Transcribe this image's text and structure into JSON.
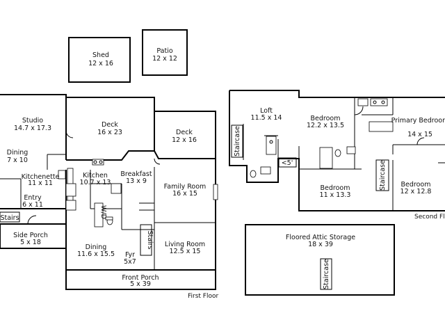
{
  "rooms": {
    "shed": {
      "name": "Shed",
      "size": "12 x 16"
    },
    "patio": {
      "name": "Patio",
      "size": "12 x 12"
    },
    "studio": {
      "name": "Studio",
      "size": "14.7 x 17.3"
    },
    "deck1": {
      "name": "Deck",
      "size": "16 x 23"
    },
    "deck2": {
      "name": "Deck",
      "size": "12 x 16"
    },
    "dining_small": {
      "name": "Dining",
      "size": "7 x 10"
    },
    "kitchenette": {
      "name": "Kitchenette",
      "size": "11 x 11"
    },
    "kitchen": {
      "name": "Kitchen",
      "size": "10.7 x 13"
    },
    "breakfast": {
      "name": "Breakfast",
      "size": "13 x 9"
    },
    "family_room": {
      "name": "Family Room",
      "size": "16 x 15"
    },
    "entry": {
      "name": "Entry",
      "size": "6 x 11"
    },
    "stairs_left": {
      "name": "Stairs"
    },
    "side_porch": {
      "name": "Side Porch",
      "size": "5 x 18"
    },
    "wd": {
      "name": "W/D"
    },
    "stairs_center": {
      "name": "Stairs"
    },
    "dining_main": {
      "name": "Dining",
      "size": "11.6 x 15.5"
    },
    "foyer": {
      "name": "Fyr",
      "size": "5x7"
    },
    "living_room": {
      "name": "Living Room",
      "size": "12.5 x 15"
    },
    "front_porch": {
      "name": "Front Porch",
      "size": "5 x 39"
    },
    "loft": {
      "name": "Loft",
      "size": "11.5 x 14"
    },
    "staircase_loft": {
      "name": "Staircase"
    },
    "low_ceiling": {
      "name": "<5'"
    },
    "bedroom_a": {
      "name": "Bedroom",
      "size": "12.2 x 13.5"
    },
    "primary_bedroom": {
      "name": "Primary Bedroom",
      "size": "14 x 15"
    },
    "staircase_upper": {
      "name": "Staircase"
    },
    "bedroom_b": {
      "name": "Bedroom",
      "size": "11 x 13.3"
    },
    "bedroom_c": {
      "name": "Bedroom",
      "size": "12 x 12.8"
    },
    "attic": {
      "name": "Floored Attic Storage",
      "size": "18 x 39"
    },
    "staircase_attic": {
      "name": "Staircase"
    }
  },
  "captions": {
    "first_floor": "First Floor",
    "second_floor": "Second Floo"
  }
}
